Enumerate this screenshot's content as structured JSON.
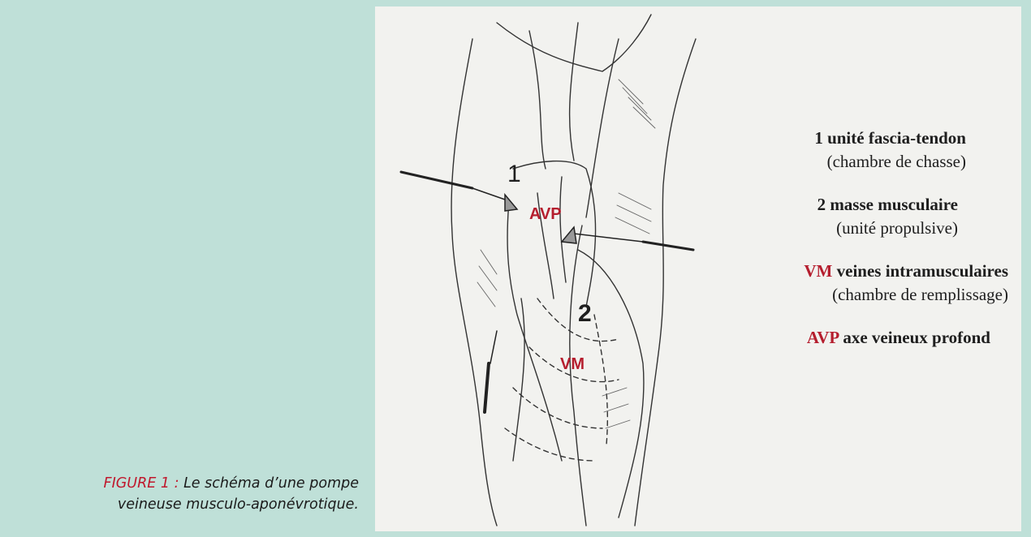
{
  "caption": {
    "label": "FIGURE 1 :",
    "line1": "Le schéma d’une pompe",
    "line2": "veineuse musculo-aponévrotique."
  },
  "drawing_labels": {
    "one": "1",
    "two": "2",
    "avp": "AVP",
    "vm": "VM"
  },
  "legend": [
    {
      "key": "1",
      "text": "unité fascia-tendon",
      "sub": "(chambre de chasse)"
    },
    {
      "key": "2",
      "text": "masse musculaire",
      "sub": "(unité propulsive)"
    },
    {
      "key": "VM",
      "text": "veines intramusculaires",
      "sub": "(chambre de remplissage)"
    },
    {
      "key": "AVP",
      "text": "axe veineux profond",
      "sub": ""
    }
  ],
  "colors": {
    "background": "#bfe0d8",
    "panel": "#f2f2ef",
    "accent_red": "#b51e2e"
  }
}
